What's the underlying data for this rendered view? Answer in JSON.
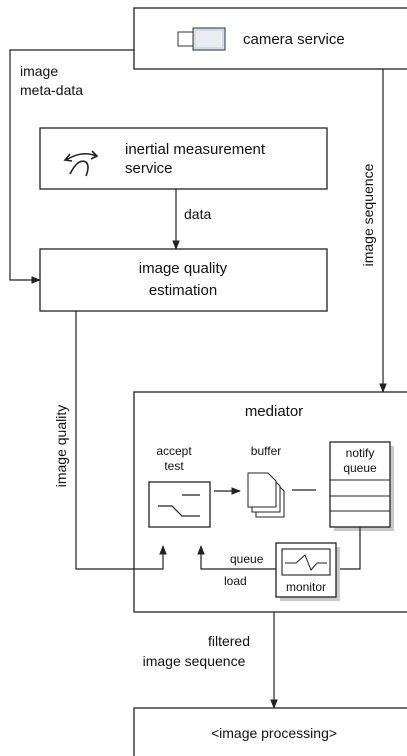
{
  "nodes": {
    "camera_service": "camera service",
    "inertial_service_line1": "inertial measurement",
    "inertial_service_line2": "service",
    "quality_estimation_line1": "image quality",
    "quality_estimation_line2": "estimation",
    "mediator": "mediator",
    "accept_test_line1": "accept",
    "accept_test_line2": "test",
    "buffer": "buffer",
    "notify_queue_line1": "notify",
    "notify_queue_line2": "queue",
    "monitor": "monitor",
    "image_processing": "<image processing>"
  },
  "edges": {
    "image_meta_data_line1": "image",
    "image_meta_data_line2": "meta-data",
    "data": "data",
    "image_sequence": "image sequence",
    "image_quality": "image quality",
    "queue": "queue",
    "load": "load",
    "filtered_line1": "filtered",
    "filtered_line2": "image sequence"
  }
}
